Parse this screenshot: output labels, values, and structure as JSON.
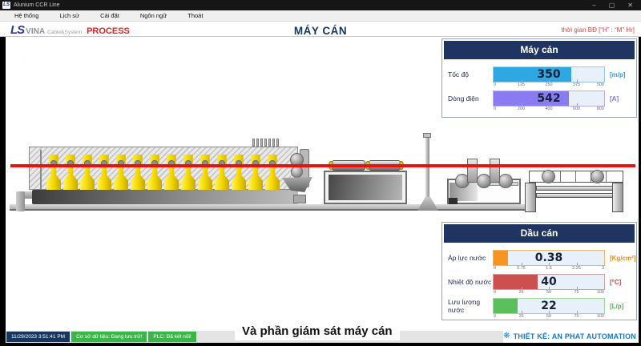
{
  "window": {
    "title": "Alunium CCR Line",
    "app_icon": "LS",
    "controls": {
      "minimize": "–",
      "maximize": "▢",
      "close": "✕"
    }
  },
  "menu": {
    "items": [
      "Hệ thống",
      "Lịch sử",
      "Cài đặt",
      "Ngôn ngữ",
      "Thoát"
    ]
  },
  "header": {
    "logo": {
      "ls": "LS",
      "vina": "VINA",
      "cable": "Cable&System",
      "process": "PROCESS"
    },
    "title": "MÁY CÁN",
    "note": "thời gian BĐ [“H” : “M” Hr]"
  },
  "panels": [
    {
      "id": "may-can",
      "title": "Máy cán",
      "rows": [
        {
          "label": "Tốc độ",
          "value": "350",
          "unit": "[m/p]",
          "min": 0,
          "max": 500,
          "ticks": [
            "0",
            "125",
            "250",
            "375",
            "500"
          ],
          "fill_pct": 70,
          "color": "#2fa8e1",
          "track_bg": "#e8f0fb",
          "track_border": "#9dc6ea",
          "unit_color": "#2f9fd9"
        },
        {
          "label": "Dòng điện",
          "value": "542",
          "unit": "[A]",
          "min": 0,
          "max": 800,
          "ticks": [
            "0",
            "200",
            "400",
            "600",
            "800"
          ],
          "fill_pct": 68,
          "color": "#8b7bf0",
          "track_bg": "#e8f0fb",
          "track_border": "#b9aef5",
          "unit_color": "#8274ee"
        }
      ]
    },
    {
      "id": "dau-can",
      "title": "Dầu cán",
      "rows": [
        {
          "label": "Áp lực nước",
          "value": "0.38",
          "unit": "[Kg/cm²]",
          "min": 0,
          "max": 3,
          "ticks": [
            "0",
            "0.75",
            "1.5",
            "2.25",
            "3"
          ],
          "fill_pct": 13,
          "color": "#f89422",
          "track_bg": "#e8f0fb",
          "track_border": "#f0b568",
          "unit_color": "#ef8c1a"
        },
        {
          "label": "Nhiệt độ nước",
          "value": "40",
          "unit": "[°C]",
          "min": 0,
          "max": 100,
          "ticks": [
            "0",
            "25",
            "50",
            "75",
            "100"
          ],
          "fill_pct": 40,
          "color": "#cd4f4f",
          "track_bg": "#e8f0fb",
          "track_border": "#dfa0a0",
          "unit_color": "#c64747"
        },
        {
          "label": "Lưu lượng nước",
          "value": "22",
          "unit": "[L/p]",
          "min": 0,
          "max": 100,
          "ticks": [
            "0",
            "25",
            "50",
            "75",
            "100"
          ],
          "fill_pct": 22,
          "color": "#5bbf5b",
          "track_bg": "#e8f0fb",
          "track_border": "#9fd89f",
          "unit_color": "#54b554"
        }
      ]
    }
  ],
  "machine": {
    "roller_count": 14
  },
  "statusbar": {
    "timestamp": "11/29/2023 3:51:41 PM",
    "database_status": "Cơ sở dữ liệu: Đang lưu trữ!",
    "plc_status": "PLC: Đã kết nối!"
  },
  "caption": "Và phần giám sát máy cán",
  "credit": {
    "text": "THIẾT KẾ: AN PHAT AUTOMATION"
  },
  "colors": {
    "accent_navy": "#1f3460",
    "red_line": "#e81010",
    "status_green": "#3cb44a",
    "logo_red": "#e0241f"
  }
}
